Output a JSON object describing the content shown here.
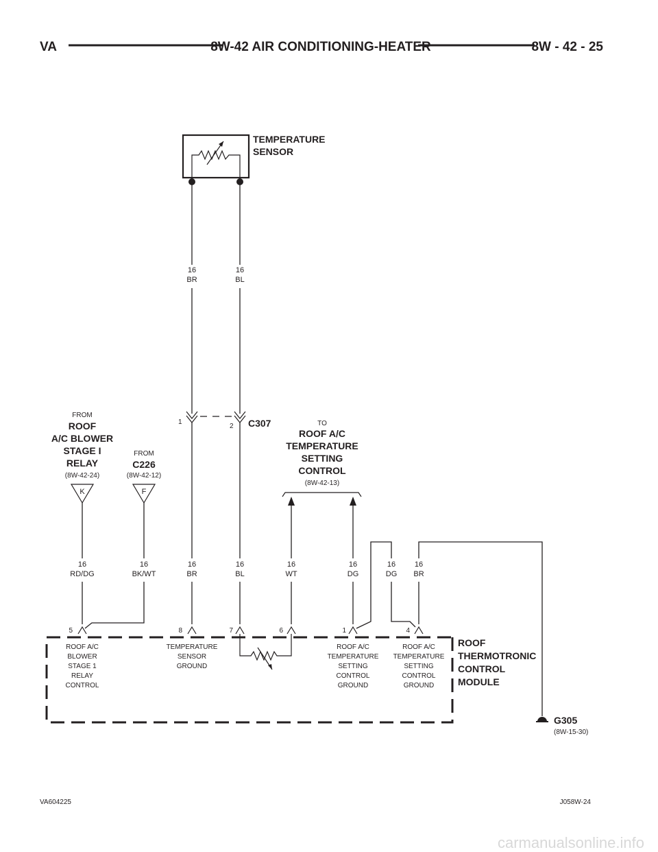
{
  "header": {
    "left": "VA",
    "title": "8W-42 AIR CONDITIONING-HEATER",
    "right": "8W - 42 - 25"
  },
  "sensor": {
    "line1": "TEMPERATURE",
    "line2": "SENSOR"
  },
  "upper_wires": [
    {
      "gauge": "16",
      "color": "BR"
    },
    {
      "gauge": "16",
      "color": "BL"
    }
  ],
  "connector": {
    "name": "C307",
    "pin_a": "1",
    "pin_b": "2"
  },
  "from_relay": {
    "prefix": "FROM",
    "lines": [
      "ROOF",
      "A/C BLOWER",
      "STAGE I",
      "RELAY"
    ],
    "ref": "(8W-42-24)",
    "terminal": "K"
  },
  "from_c226": {
    "prefix": "FROM",
    "name": "C226",
    "ref": "(8W-42-12)",
    "terminal": "F"
  },
  "to_control": {
    "prefix": "TO",
    "lines": [
      "ROOF A/C",
      "TEMPERATURE",
      "SETTING",
      "CONTROL"
    ],
    "ref": "(8W-42-13)"
  },
  "lower_wires": [
    {
      "gauge": "16",
      "color": "RD/DG"
    },
    {
      "gauge": "16",
      "color": "BK/WT"
    },
    {
      "gauge": "16",
      "color": "BR"
    },
    {
      "gauge": "16",
      "color": "BL"
    },
    {
      "gauge": "16",
      "color": "WT"
    },
    {
      "gauge": "16",
      "color": "DG"
    },
    {
      "gauge": "16",
      "color": "DG"
    },
    {
      "gauge": "16",
      "color": "BR"
    }
  ],
  "module_pins": [
    "5",
    "8",
    "7",
    "6",
    "1",
    "4"
  ],
  "module": {
    "lines": [
      "ROOF",
      "THERMOTRONIC",
      "CONTROL",
      "MODULE"
    ],
    "internal_labels": {
      "blower": [
        "ROOF A/C",
        "BLOWER",
        "STAGE 1",
        "RELAY",
        "CONTROL"
      ],
      "sensor_ground": [
        "TEMPERATURE",
        "SENSOR",
        "GROUND"
      ],
      "setting_ground_1": [
        "ROOF A/C",
        "TEMPERATURE",
        "SETTING",
        "CONTROL",
        "GROUND"
      ],
      "setting_ground_2": [
        "ROOF A/C",
        "TEMPERATURE",
        "SETTING",
        "CONTROL",
        "GROUND"
      ]
    }
  },
  "ground": {
    "name": "G305",
    "ref": "(8W-15-30)"
  },
  "footer": {
    "left": "VA604225",
    "right": "J058W-24"
  },
  "watermark": "carmanualsonline.info"
}
